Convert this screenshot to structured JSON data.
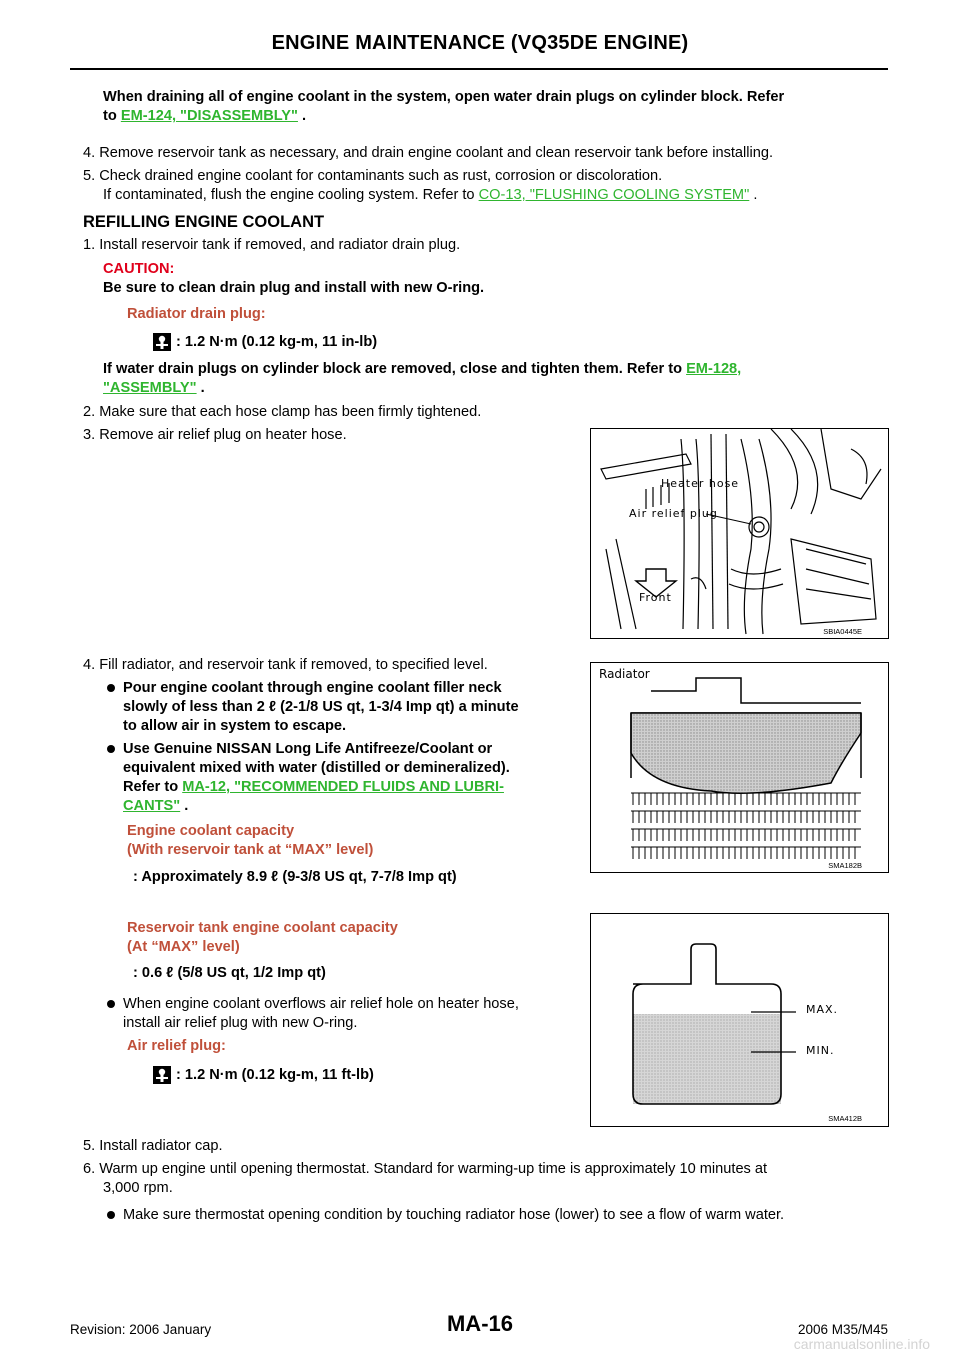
{
  "header": {
    "title": "ENGINE MAINTENANCE (VQ35DE ENGINE)"
  },
  "intro": {
    "text1": "When draining all of engine coolant in the system, open water drain plugs on cylinder block. Refer",
    "text2": "to",
    "link": "EM-124, \"DISASSEMBLY\"",
    "end": "."
  },
  "steps_drain": {
    "step4": "4.  Remove reservoir tank as necessary, and drain engine coolant and clean reservoir tank before installing.",
    "step5_line1": "5.  Check drained engine coolant for contaminants such as rust, corrosion or discoloration.",
    "step5_line2": "If contaminated, flush the engine cooling system. Refer to",
    "step5_link": "CO-13, \"FLUSHING COOLING SYSTEM\"",
    "step5_end": "."
  },
  "refill": {
    "heading": "REFILLING ENGINE COOLANT",
    "step1": "1.  Install reservoir tank if removed, and radiator drain plug.",
    "caution_label": "CAUTION:",
    "caution_text": "Be sure to clean drain plug and install with new O-ring.",
    "spec1_label": "Radiator drain plug:",
    "spec1_value": ": 1.2 N·m (0.12 kg-m, 11 in-lb)",
    "water_plug_line1": "If  water  drain  plugs  on  cylinder  block  are  removed,  close  and  tighten  them.  Refer  to",
    "water_plug_link1": "EM-128,",
    "water_plug_link2": "\"ASSEMBLY\"",
    "water_plug_end": ".",
    "step2": "2.  Make sure that each hose clamp has been firmly tightened.",
    "step3": "3.  Remove air relief plug on heater hose.",
    "step4": "4.  Fill radiator, and reservoir tank if removed, to specified level.",
    "bullet1_l1": "Pour  engine  coolant  through  engine  coolant  filler  neck",
    "bullet1_l2": "slowly of less than 2 ℓ  (2-1/8 US qt, 1-3/4 Imp qt) a minute",
    "bullet1_l3": "to allow air in system to escape.",
    "bullet2_l1": "Use  Genuine  NISSAN  Long  Life  Antifreeze/Coolant  or",
    "bullet2_l2": "equivalent  mixed  with  water  (distilled  or  demineralized).",
    "bullet2_l3": "Refer  to",
    "bullet2_link1": "MA-12,  \"RECOMMENDED  FLUIDS  AND  LUBRI-",
    "bullet2_link2": "CANTS\"",
    "bullet2_end": ".",
    "cap1_l1": "Engine coolant capacity",
    "cap1_l2": "(With reservoir tank at “MAX” level)",
    "cap1_value": ": Approximately 8.9  ℓ  (9-3/8 US qt, 7-7/8 Imp qt)",
    "cap2_l1": "Reservoir tank engine coolant capacity",
    "cap2_l2": "(At “MAX” level)",
    "cap2_value": ": 0.6  ℓ  (5/8 US qt, 1/2 Imp qt)",
    "bullet3_l1": "When engine coolant overflows air relief hole on heater hose,",
    "bullet3_l2": "install air relief plug with new O-ring.",
    "spec2_label": "Air relief plug:",
    "spec2_value": ": 1.2 N·m (0.12 kg-m, 11 ft-lb)",
    "step5": "5.  Install radiator cap.",
    "step6_l1": "6.  Warm  up  engine  until  opening  thermostat.  Standard  for  warming-up  time  is  approximately  10  minutes  at",
    "step6_l2": "3,000 rpm.",
    "bullet4": "Make sure thermostat opening condition by touching radiator hose (lower) to see a flow of warm water."
  },
  "figures": {
    "fig1": {
      "code": "SBIA0445E",
      "label_heater": "Heater hose",
      "label_air": "Air relief plug",
      "label_front": "Front"
    },
    "fig2": {
      "code": "SMA182B",
      "label": "Radiator"
    },
    "fig3": {
      "code": "SMA412B",
      "label_max": "MAX.",
      "label_min": "MIN."
    }
  },
  "footer": {
    "revision": "Revision: 2006 January",
    "model": "2006 M35/M45",
    "page_id": "MA-16",
    "watermark": "carmanualsonline.info"
  }
}
